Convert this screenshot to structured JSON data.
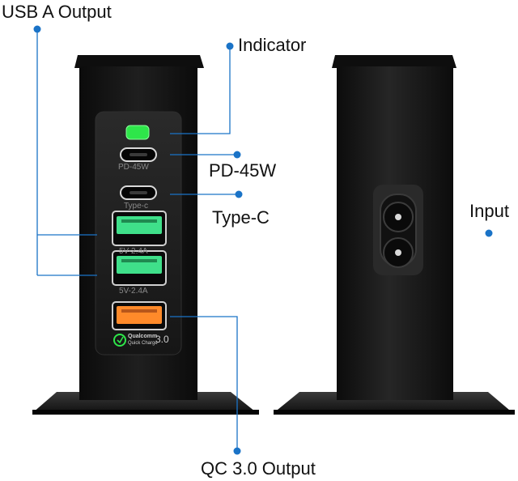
{
  "callouts": {
    "usb_a_output": "USB A Output",
    "indicator": "Indicator",
    "pd_45w": "PD-45W",
    "type_c": "Type-C",
    "input": "Input",
    "qc_output": "QC 3.0 Output"
  },
  "port_labels": {
    "pd": "PD-45W",
    "typec": "Type-c",
    "usb_a_1": "5V-2.4A",
    "usb_a_2": "5V-2.4A"
  },
  "qc_badge": {
    "brand": "Qualcomm",
    "product": "Quick Charge",
    "version": "3.0"
  },
  "colors": {
    "callout_line": "#1a73c7",
    "body": "#151515",
    "led": "#2ee64a",
    "usb_green": "#3fe08a",
    "qc_orange": "#ff8a2a"
  }
}
